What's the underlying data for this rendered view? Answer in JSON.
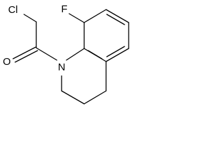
{
  "molecule": {
    "atoms": {
      "chlorine": "Cl",
      "fluorine": "F",
      "oxygen": "O",
      "nitrogen": "N"
    },
    "colors": {
      "bond": "#000000",
      "label": "#000000",
      "background": "#ffffff"
    }
  }
}
